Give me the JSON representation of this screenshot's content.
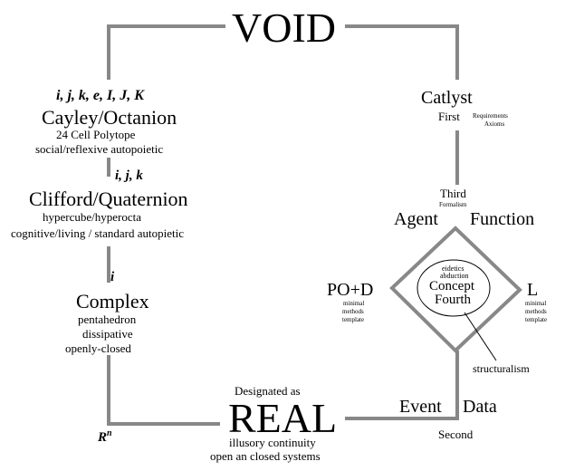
{
  "colors": {
    "line": "#888888",
    "text": "#000000",
    "thin": "#000000"
  },
  "void": {
    "title": "VOID"
  },
  "cayley": {
    "units": "i, j, k, e, I, J, K",
    "title": "Cayley/Octanion",
    "line1": "24 Cell Polytope",
    "line2": "social/reflexive autopoietic"
  },
  "clifford": {
    "units": "i, j, k",
    "title": "Clifford/Quaternion",
    "line1": "hypercube/hyperocta",
    "line2": "cognitive/living / standard autopietic"
  },
  "complex": {
    "units": "i",
    "title": "Complex",
    "line1": "pentahedron",
    "line2": "dissipative",
    "line3": "openly-closed"
  },
  "rn": {
    "base": "R",
    "exp": "n"
  },
  "real": {
    "pre": "Designated as",
    "title": "REAL",
    "line1": "illusory continuity",
    "line2": "open an closed systems"
  },
  "catalyst": {
    "title": "Catlyst",
    "ordinal": "First",
    "note1": "Requirements",
    "note2": "Axioms"
  },
  "third": {
    "ordinal": "Third",
    "note": "Formalism"
  },
  "agent": "Agent",
  "function": "Function",
  "concept": {
    "note1": "eidetics",
    "note2": "abduction",
    "title": "Concept",
    "ordinal": "Fourth"
  },
  "pod": {
    "title": "PO+D",
    "l1": "minimal",
    "l2": "methods",
    "l3": "template"
  },
  "l": {
    "title": "L",
    "l1": "minimal",
    "l2": "methods",
    "l3": "template"
  },
  "structuralism": "structuralism",
  "event": "Event",
  "data_label": "Data",
  "second": "Second"
}
